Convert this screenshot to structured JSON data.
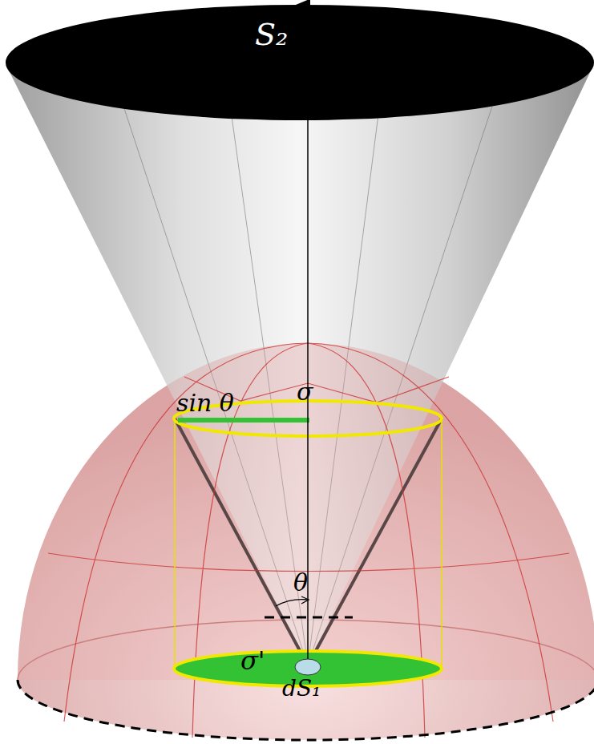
{
  "diagram": {
    "labels": [
      "S₂",
      "sin θ",
      "σ",
      "θ",
      "σ'",
      "dS₁"
    ]
  }
}
